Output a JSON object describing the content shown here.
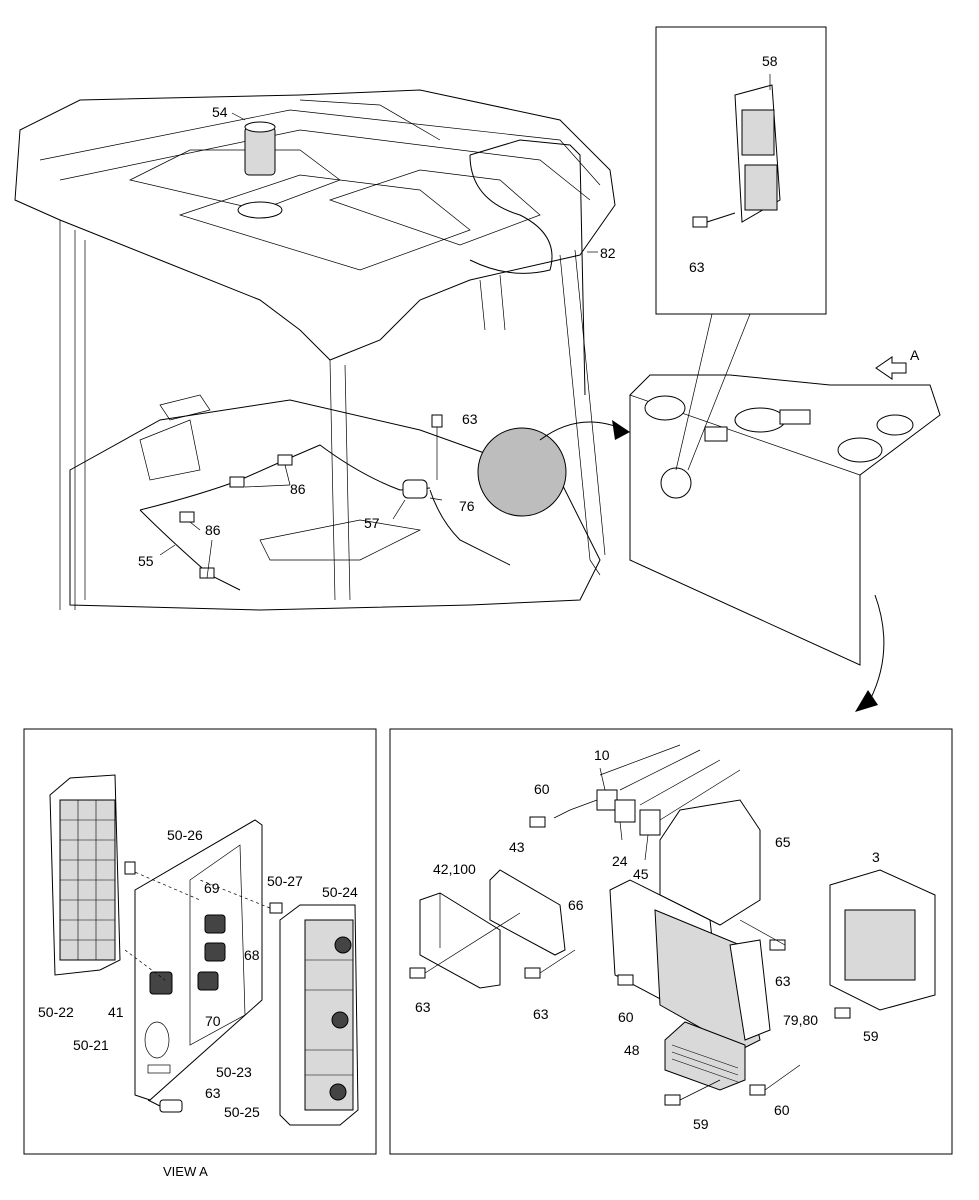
{
  "labels": {
    "p54": "54",
    "p58": "58",
    "p63_inset": "63",
    "p82": "82",
    "view_arrow": "A",
    "p63_top": "63",
    "p86_a": "86",
    "p86_b": "86",
    "p76": "76",
    "p57": "57",
    "p55": "55",
    "p50_26": "50-26",
    "p50_27": "50-27",
    "p50_24": "50-24",
    "p69": "69",
    "p68": "68",
    "p70": "70",
    "p41": "41",
    "p50_22": "50-22",
    "p50_21": "50-21",
    "p50_23": "50-23",
    "p63_va": "63",
    "p50_25": "50-25",
    "p10": "10",
    "p60_a": "60",
    "p65": "65",
    "p3": "3",
    "p42_100": "42,100",
    "p43": "43",
    "p24": "24",
    "p45": "45",
    "p66": "66",
    "p63_r1": "63",
    "p63_r2": "63",
    "p63_r3": "63",
    "p60_b": "60",
    "p79_80": "79,80",
    "p59_a": "59",
    "p48": "48",
    "p59_b": "59",
    "p60_c": "60"
  },
  "caption": "VIEW A"
}
